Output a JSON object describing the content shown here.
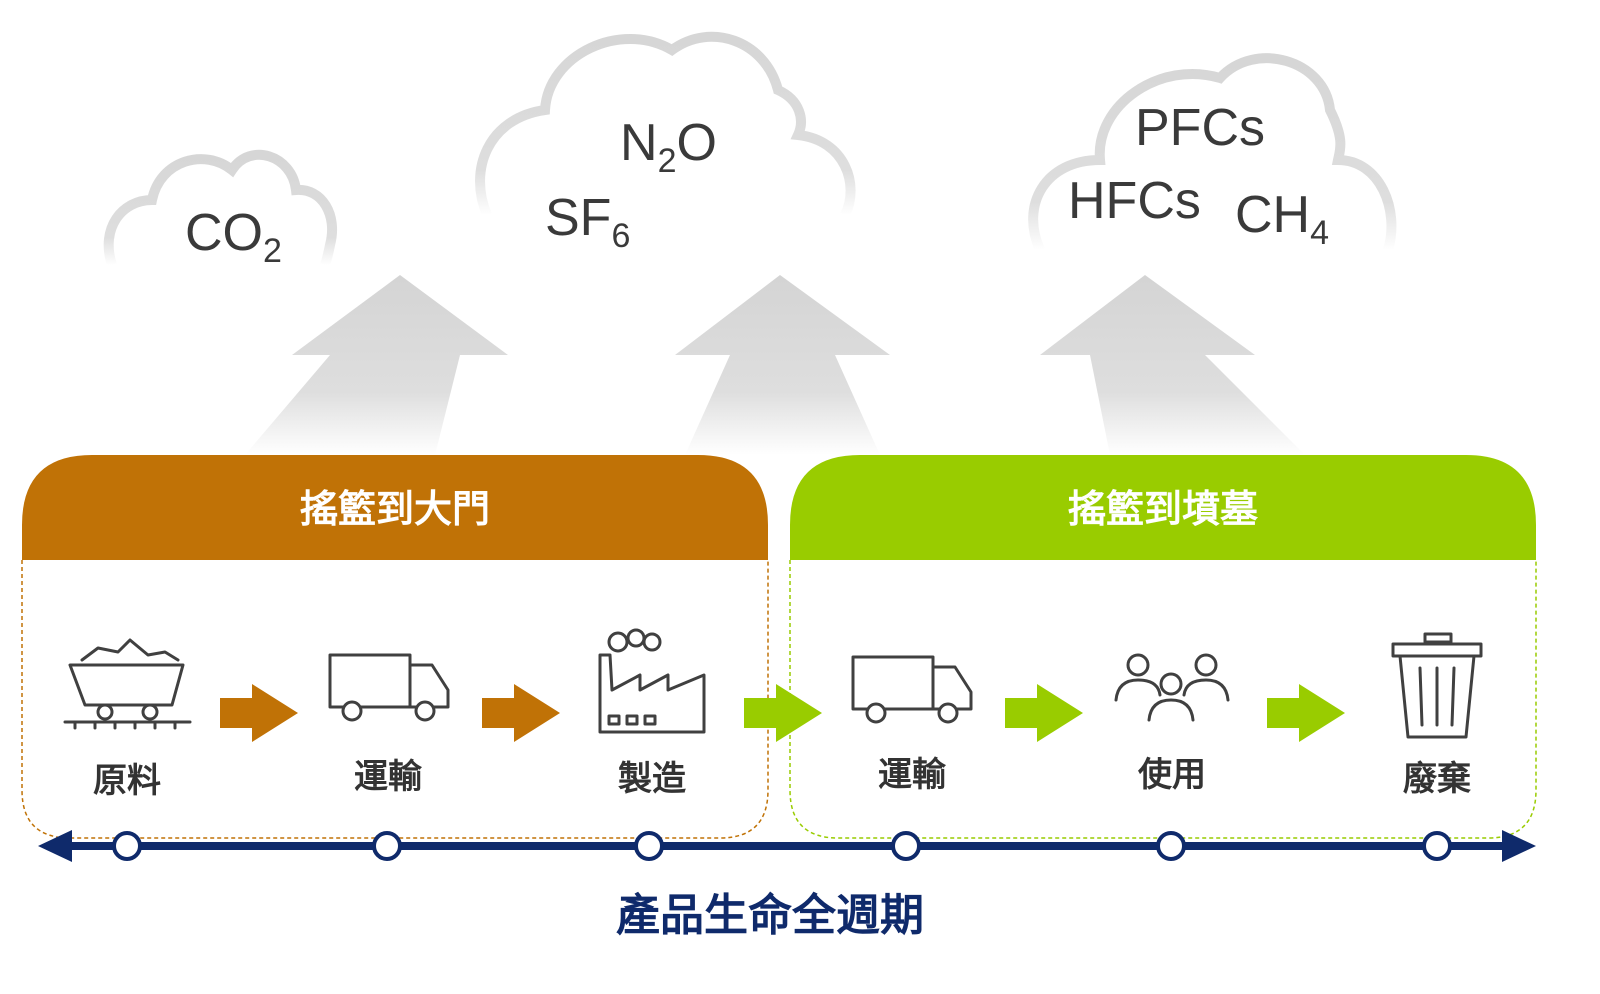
{
  "emissions": {
    "cloud1": [
      {
        "base": "CO",
        "sub": "2"
      }
    ],
    "cloud2": [
      {
        "base": "N",
        "sub": "2",
        "tail": "O"
      },
      {
        "base": "SF",
        "sub": "6"
      }
    ],
    "cloud3": [
      {
        "base": "PFCs"
      },
      {
        "base": "HFCs"
      },
      {
        "base": "CH",
        "sub": "4"
      }
    ]
  },
  "phases": [
    {
      "title": "搖籃到大門",
      "color": "#c07206"
    },
    {
      "title": "搖籃到墳墓",
      "color": "#99cc00"
    }
  ],
  "stages": [
    {
      "label": "原料",
      "icon": "mine-cart-icon"
    },
    {
      "label": "運輸",
      "icon": "truck-icon"
    },
    {
      "label": "製造",
      "icon": "factory-icon"
    },
    {
      "label": "運輸",
      "icon": "truck-icon"
    },
    {
      "label": "使用",
      "icon": "people-icon"
    },
    {
      "label": "廢棄",
      "icon": "trash-can-icon"
    }
  ],
  "timeline": {
    "title": "產品生命全週期",
    "color": "#0f2a6b"
  },
  "colors": {
    "cloud": "#d9d9d9",
    "up_arrow": "#dcdcdc",
    "icon_stroke": "#404040"
  }
}
